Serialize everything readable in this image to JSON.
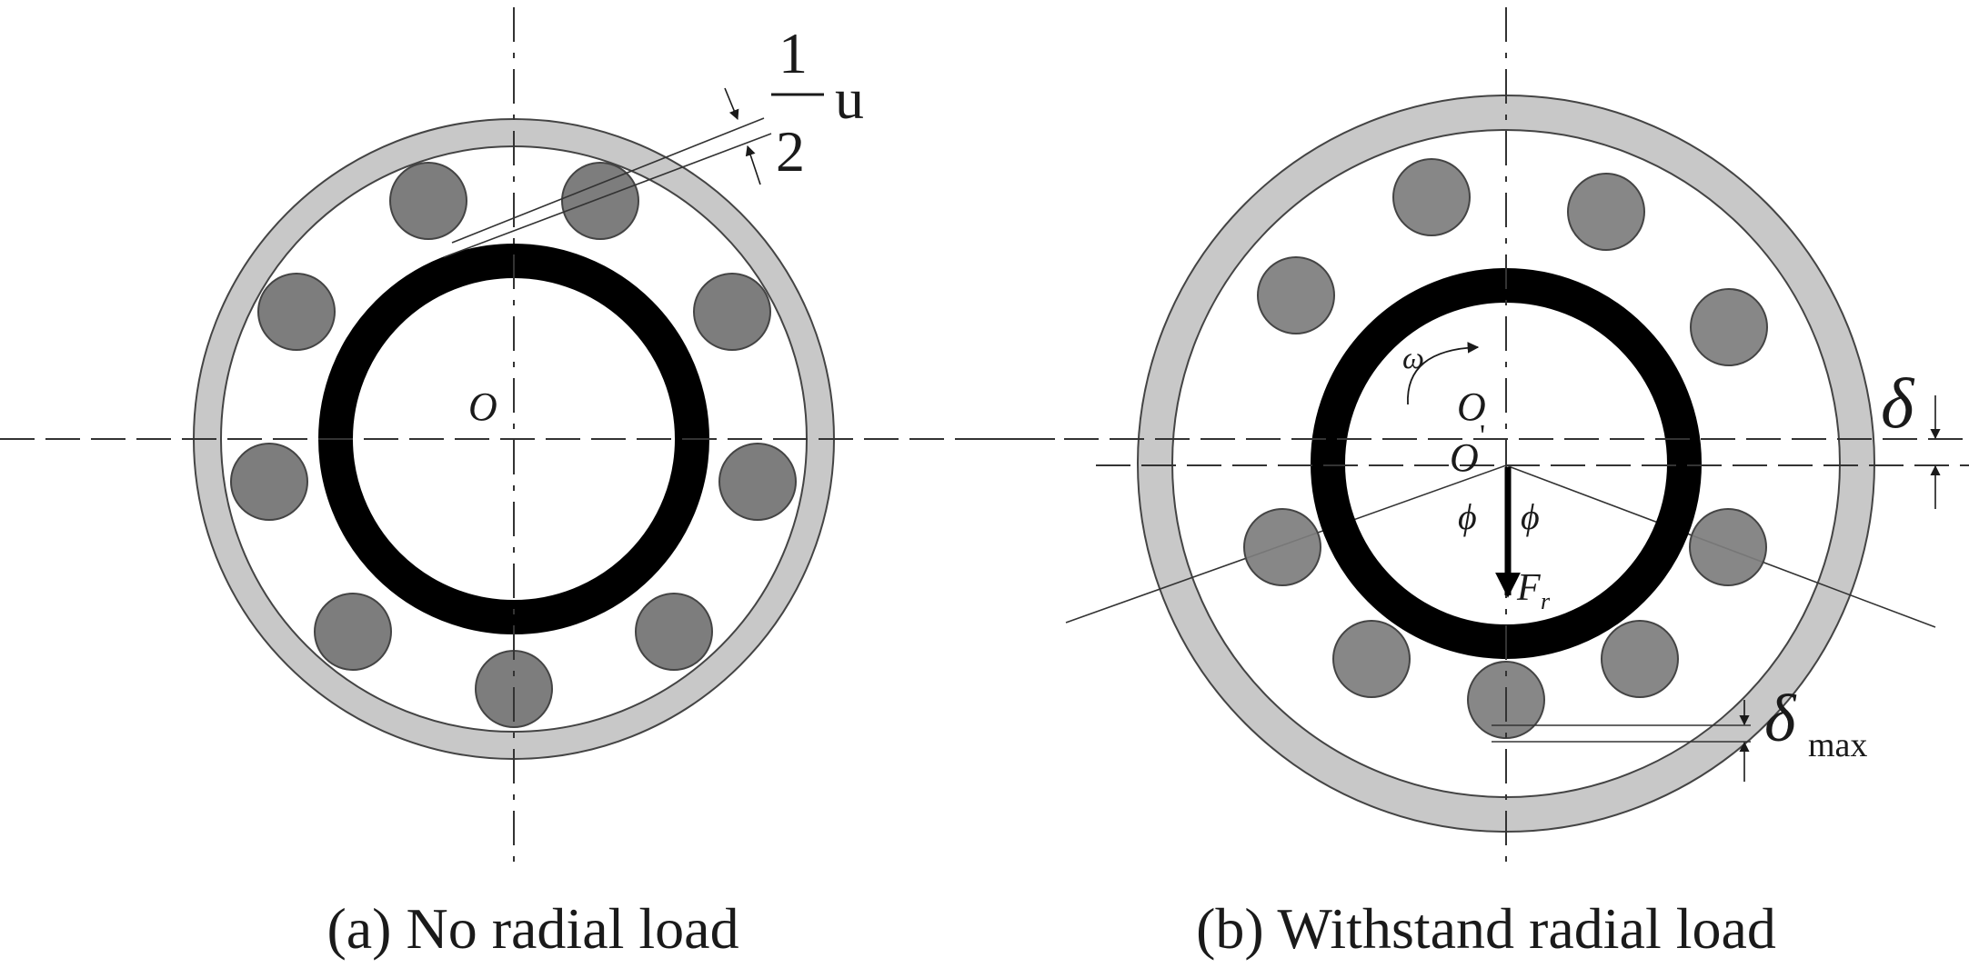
{
  "panel_a": {
    "caption": "(a) No radial load",
    "center_label": "O",
    "clearance_fraction_num": "1",
    "clearance_fraction_den": "2",
    "clearance_symbol": "u"
  },
  "panel_b": {
    "caption": "(b) Withstand radial load",
    "center_label_original": "O",
    "center_label_shifted": "O",
    "shifted_prime": "'",
    "rotation_symbol": "ω",
    "load_angle_left": "ϕ",
    "load_angle_right": "ϕ",
    "force_symbol": "F",
    "force_subscript": "r",
    "offset_symbol": "δ",
    "max_offset_symbol": "δ",
    "max_offset_subscript": "max"
  },
  "colors": {
    "outer_ring": "#c8c8c8",
    "rolling_element": "#7d7d7d",
    "inner_ring": "#000000",
    "outline": "#444444"
  }
}
